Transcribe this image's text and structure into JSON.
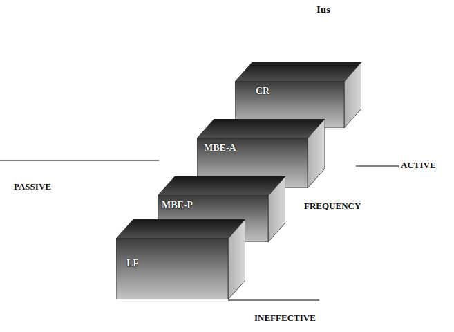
{
  "diagram": {
    "nodes": [
      {
        "text": [
          "CR"
        ]
      },
      {
        "text": [
          "MBE-A"
        ]
      },
      {
        "text": [
          "MBE-P"
        ]
      },
      {
        "text": [
          "LF"
        ]
      }
    ],
    "labels": [
      "Ius",
      "ACTIVE",
      "PASSIVE",
      "FREQUENCY",
      "INEFFECTIVE"
    ]
  }
}
